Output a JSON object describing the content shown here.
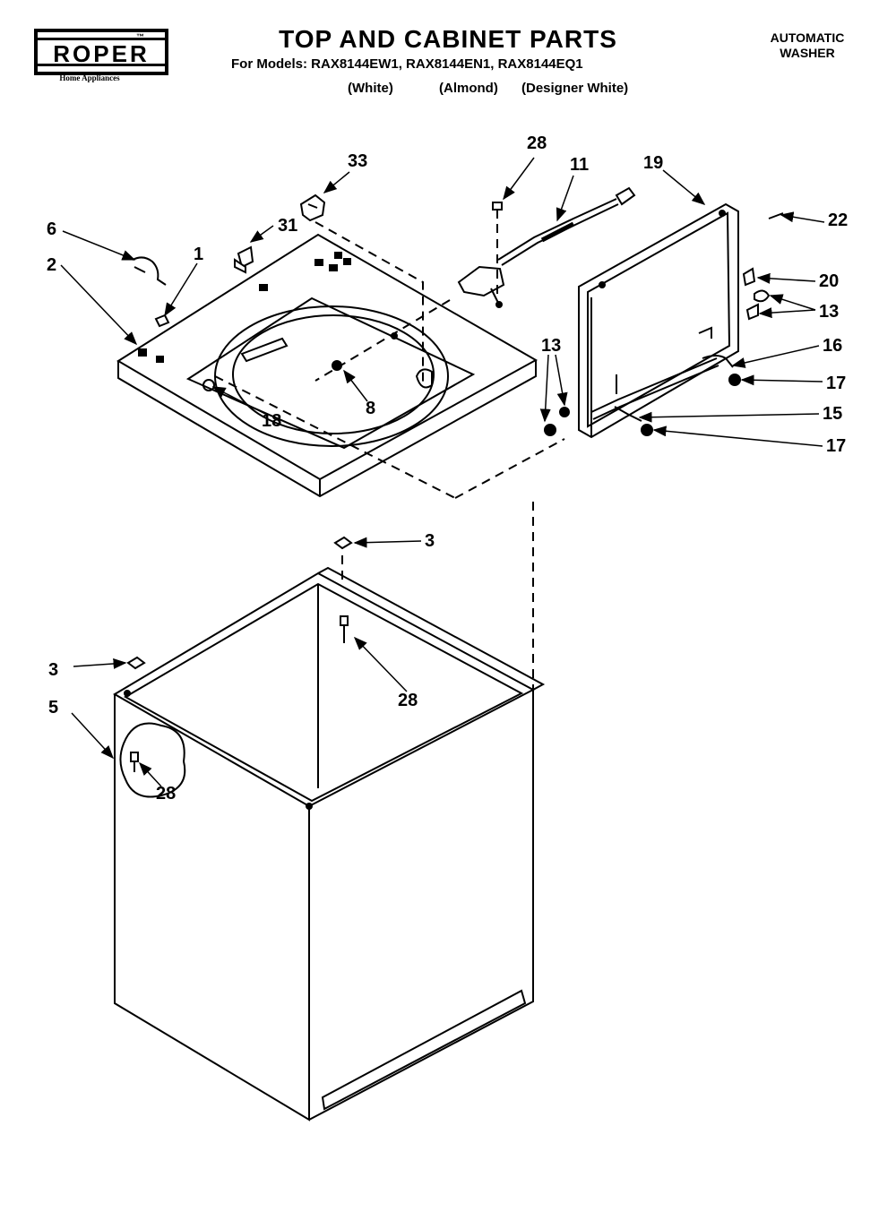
{
  "brand": {
    "name": "ROPER",
    "tm": "™",
    "tagline": "Home Appliances"
  },
  "header": {
    "title": "TOP AND CABINET PARTS",
    "models": "For Models: RAX8144EW1, RAX8144EN1, RAX8144EQ1",
    "colors": [
      "(White)",
      "(Almond)",
      "(Designer White)"
    ],
    "product_line1": "AUTOMATIC",
    "product_line2": "WASHER"
  },
  "callouts": {
    "c33": "33",
    "c28_top": "28",
    "c11": "11",
    "c19": "19",
    "c22": "22",
    "c6": "6",
    "c1": "1",
    "c31": "31",
    "c2": "2",
    "c20": "20",
    "c13_right": "13",
    "c16": "16",
    "c13_left": "13",
    "c17_top": "17",
    "c15": "15",
    "c17_bottom": "17",
    "c18": "18",
    "c8": "8",
    "c3_right": "3",
    "c28_mid": "28",
    "c3_left": "3",
    "c5": "5",
    "c28_low": "28"
  }
}
